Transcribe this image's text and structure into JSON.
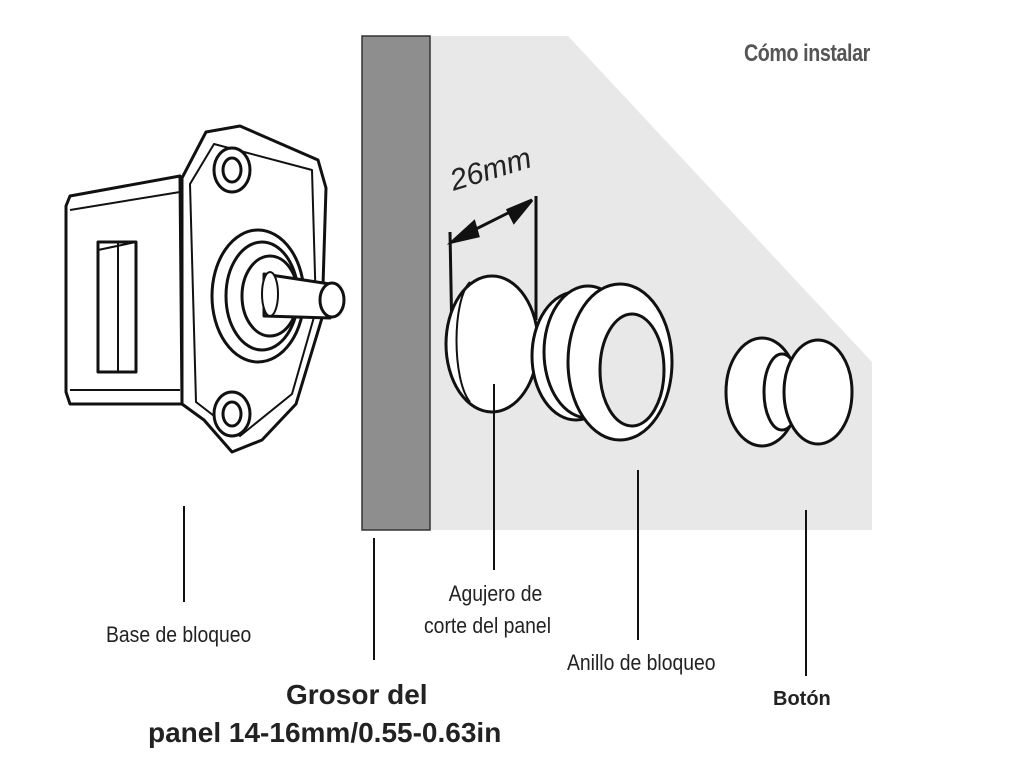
{
  "title": "Cómo instalar",
  "dimension": "26mm",
  "labels": {
    "lock_base": "Base de bloqueo",
    "cut_hole_line1": "Agujero de",
    "cut_hole_line2": "corte del panel",
    "lock_ring": "Anillo de bloqueo",
    "button": "Botón",
    "thickness_line1": "Grosor del",
    "thickness_line2": "panel 14-16mm/0.55-0.63in"
  },
  "colors": {
    "panel_face": "#e8e8e8",
    "panel_edge": "#8e8e8e",
    "line": "#111111"
  }
}
